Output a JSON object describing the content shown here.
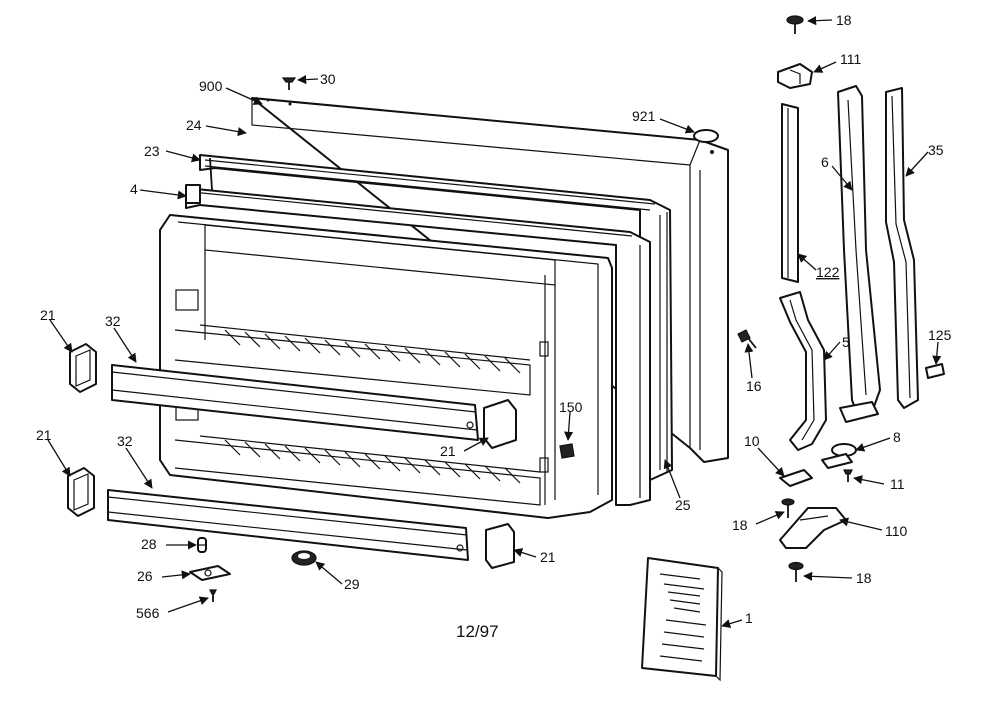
{
  "labels": {
    "l18a": "18",
    "l111": "111",
    "l30": "30",
    "l900": "900",
    "l921": "921",
    "l24": "24",
    "l23": "23",
    "l35": "35",
    "l6": "6",
    "l4": "4",
    "l122": "122",
    "l21a": "21",
    "l32a": "32",
    "l125": "125",
    "l5": "5",
    "l16": "16",
    "l150": "150",
    "l21b": "21",
    "l21c": "21",
    "l32b": "32",
    "l10": "10",
    "l8": "8",
    "l11": "11",
    "l25": "25",
    "l18b": "18",
    "l110": "110",
    "l28": "28",
    "l21d": "21",
    "l26": "26",
    "l29": "29",
    "l18c": "18",
    "l566": "566",
    "l1": "1"
  },
  "date_code": "12/97"
}
